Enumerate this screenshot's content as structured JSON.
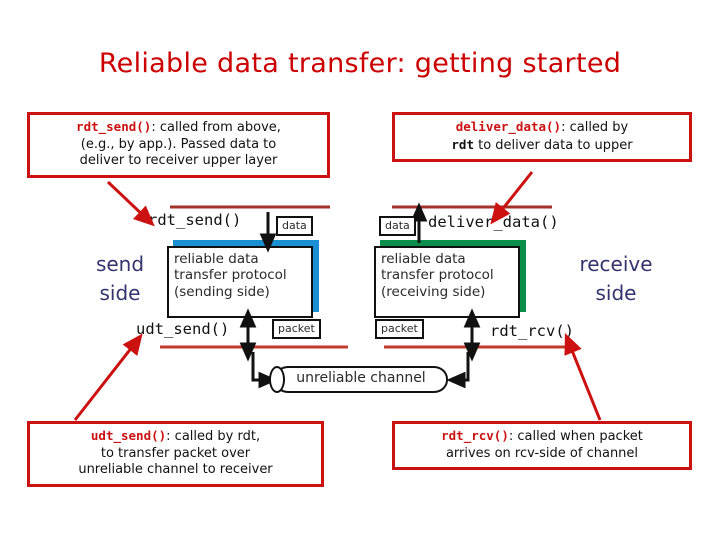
{
  "slide": {
    "title": "Reliable data transfer: getting started",
    "title_color": "#cc0000",
    "background": "#ffffff"
  },
  "colors": {
    "callout_border": "#cc1111",
    "callout_code": "#cc1111",
    "side_label": "#33336e",
    "sender_shadow": "#1a8fd1",
    "receiver_shadow": "#0a8f4a",
    "separator_line": "#c0392b",
    "arrow_red": "#cc1111",
    "outline_black": "#111111"
  },
  "callouts": {
    "rdt_send": {
      "code": "rdt_send()",
      "line1_rest": ": called from above,",
      "line2": "(e.g., by app.). Passed data to",
      "line3": "deliver to receiver upper layer"
    },
    "deliver_data": {
      "code": "deliver_data()",
      "line1_rest": ": called by",
      "line2_code": "rdt",
      "line2_rest": " to deliver data to upper"
    },
    "udt_send": {
      "code": "udt_send()",
      "line1_rest": ": called by rdt,",
      "line2": "to transfer packet over",
      "line3": "unreliable channel to receiver"
    },
    "rdt_rcv": {
      "code": "rdt_rcv()",
      "line1_rest": ": called when packet",
      "line2": "arrives on rcv-side of channel"
    }
  },
  "diagram": {
    "send_side_label_l1": "send",
    "send_side_label_l2": "side",
    "receive_side_label_l1": "receive",
    "receive_side_label_l2": "side",
    "sending_protocol": {
      "l1": "reliable data",
      "l2": "transfer protocol",
      "l3": "(sending side)"
    },
    "receiving_protocol": {
      "l1": "reliable data",
      "l2": "transfer protocol",
      "l3": "(receiving side)"
    },
    "mono_rdt_send": "rdt_send()",
    "mono_deliver_data": "deliver_data()",
    "mono_udt_send": "udt_send()",
    "mono_rdt_rcv": "rdt_rcv()",
    "data_box_left": "data",
    "data_box_right": "data",
    "packet_box_left": "packet",
    "packet_box_right": "packet",
    "channel_label": "unreliable channel"
  }
}
